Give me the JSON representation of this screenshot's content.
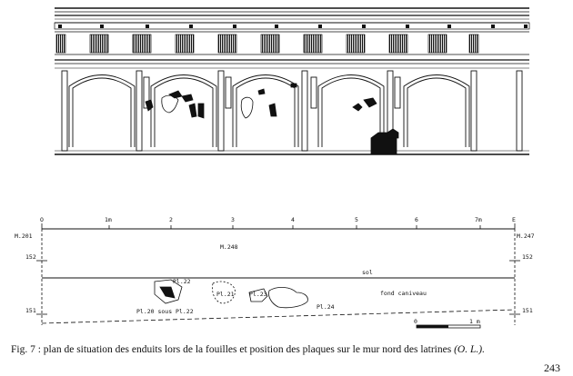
{
  "figure": {
    "plan": {
      "scale_marks": [
        "O",
        "1m",
        "2",
        "3",
        "4",
        "5",
        "6",
        "7m",
        "E"
      ],
      "left_labels": [
        "M.201",
        "152",
        "151"
      ],
      "right_labels": [
        "M.247",
        "152",
        "151"
      ],
      "wall_label": "M.248",
      "floor_label": "sol",
      "gutter_label": "fond caniveau",
      "plaques": [
        "Pl.22",
        "Pl.21",
        "Pl.23",
        "Pl.24",
        "Pl.20 sous Pl.22"
      ],
      "scalebar": [
        "0",
        "1 m"
      ]
    },
    "caption": {
      "text": "Fig. 7 : plan de situation des enduits lors de la fouilles et position des plaques sur le mur nord des latrines",
      "credit": "(O. L.)."
    },
    "page_number": "243"
  }
}
